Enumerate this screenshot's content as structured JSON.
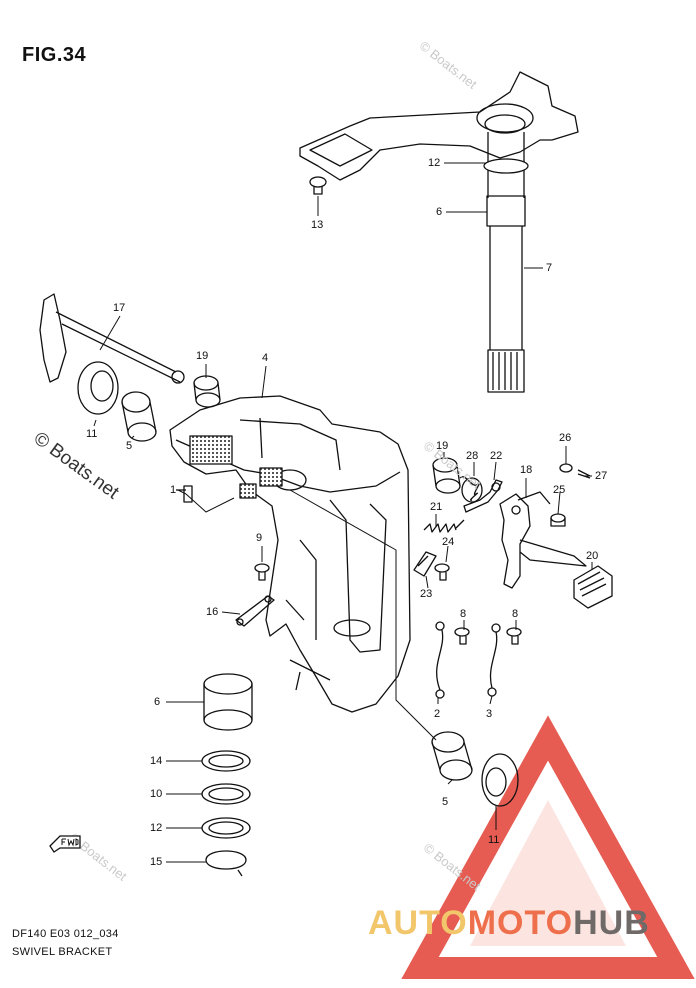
{
  "figure": {
    "title": "FIG.34",
    "code": "DF140 E03 012_034",
    "name": "SWIVEL BRACKET"
  },
  "watermarks": {
    "small": "© Boats.net",
    "large": "© Boats.net"
  },
  "brand": {
    "part1": "AUTO",
    "part2": "MOTO",
    "part3": "HUB",
    "colors": {
      "auto": "#f2c66b",
      "moto": "#ee6f4b",
      "hub": "#6f6a67",
      "triangle": "#e34a3f"
    }
  },
  "icons": {
    "forward": "fwd-arrow-icon"
  },
  "callouts": [
    {
      "label": "12"
    },
    {
      "label": "6"
    },
    {
      "label": "13"
    },
    {
      "label": "7"
    },
    {
      "label": "17"
    },
    {
      "label": "19"
    },
    {
      "label": "4"
    },
    {
      "label": "11"
    },
    {
      "label": "5"
    },
    {
      "label": "1"
    },
    {
      "label": "19"
    },
    {
      "label": "28"
    },
    {
      "label": "22"
    },
    {
      "label": "26"
    },
    {
      "label": "27"
    },
    {
      "label": "18"
    },
    {
      "label": "25"
    },
    {
      "label": "21"
    },
    {
      "label": "24"
    },
    {
      "label": "20"
    },
    {
      "label": "9"
    },
    {
      "label": "23"
    },
    {
      "label": "16"
    },
    {
      "label": "8"
    },
    {
      "label": "8"
    },
    {
      "label": "2"
    },
    {
      "label": "3"
    },
    {
      "label": "6"
    },
    {
      "label": "14"
    },
    {
      "label": "10"
    },
    {
      "label": "12"
    },
    {
      "label": "15"
    },
    {
      "label": "5"
    },
    {
      "label": "11"
    }
  ]
}
